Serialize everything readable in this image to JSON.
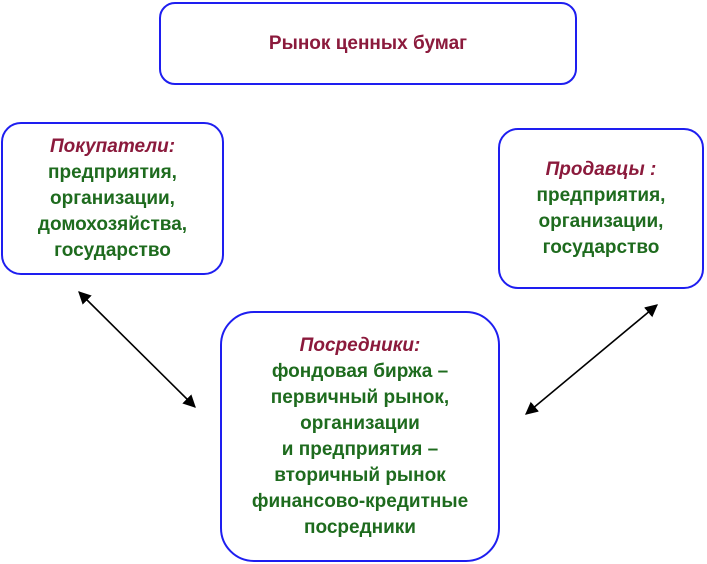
{
  "title": "Рынок ценных бумаг",
  "buyers": {
    "heading": "Покупатели:",
    "lines": [
      "предприятия,",
      "организации,",
      "домохозяйства,",
      "государство"
    ]
  },
  "sellers": {
    "heading": "Продавцы :",
    "lines": [
      "предприятия,",
      "организации,",
      "государство"
    ]
  },
  "intermediaries": {
    "heading": "Посредники:",
    "lines": [
      "фондовая биржа –",
      "первичный рынок,",
      "организации",
      "и предприятия –",
      "вторичный рынок",
      "финансово-кредитные",
      "посредники"
    ]
  },
  "colors": {
    "border": "#1e1ef0",
    "heading": "#8b1a3c",
    "body_text": "#1e6b1e",
    "arrow": "#000000"
  }
}
